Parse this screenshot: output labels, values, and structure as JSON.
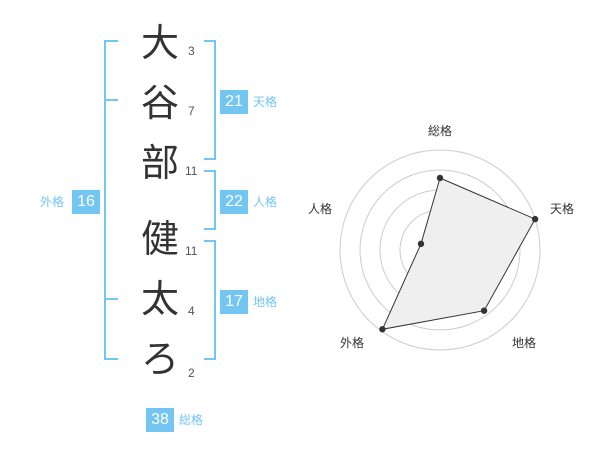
{
  "name": {
    "chars": [
      {
        "char": "大",
        "strokes": "3"
      },
      {
        "char": "谷",
        "strokes": "7"
      },
      {
        "char": "部",
        "strokes": "11"
      },
      {
        "char": "健",
        "strokes": "11"
      },
      {
        "char": "太",
        "strokes": "4"
      },
      {
        "char": "ろ",
        "strokes": "2"
      }
    ]
  },
  "fortunes": {
    "tenkaku": {
      "value": "21",
      "label": "天格"
    },
    "jinkaku": {
      "value": "22",
      "label": "人格"
    },
    "chikaku": {
      "value": "17",
      "label": "地格"
    },
    "gaikaku": {
      "value": "16",
      "label": "外格"
    },
    "soukaku": {
      "value": "38",
      "label": "総格"
    }
  },
  "colors": {
    "accent": "#73c5f2",
    "text": "#333333",
    "grid": "#cccccc",
    "fill": "#efefef"
  },
  "chart_data": {
    "type": "radar",
    "axes": [
      "総格",
      "天格",
      "地格",
      "外格",
      "人格"
    ],
    "values": [
      0.72,
      1.0,
      0.75,
      0.98,
      0.2
    ],
    "scale_max": 1.0,
    "rings": 5
  }
}
